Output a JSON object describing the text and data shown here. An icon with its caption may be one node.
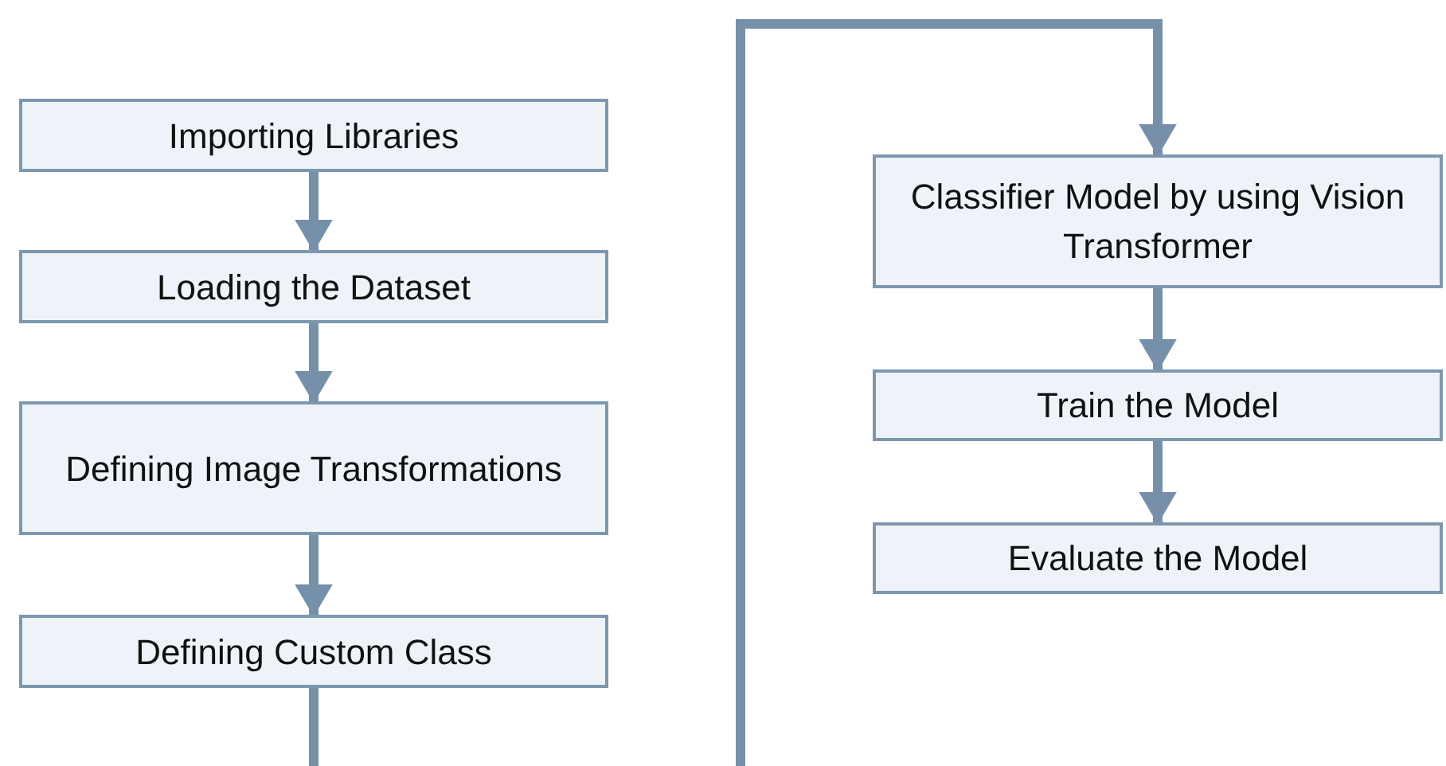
{
  "diagram": {
    "nodes": [
      {
        "text": [
          "Importing Libraries"
        ]
      },
      {
        "text": [
          "Loading the Dataset"
        ]
      },
      {
        "text": [
          "Defining Image Transformations"
        ]
      },
      {
        "text": [
          "Defining Custom Class"
        ]
      },
      {
        "text": [
          "Classifier Model by using Vision Transformer"
        ]
      },
      {
        "text": [
          "Train the Model"
        ]
      },
      {
        "text": [
          "Evaluate the Model"
        ]
      }
    ],
    "edges": [
      {
        "from": 0,
        "to": 1,
        "arrow": "to"
      },
      {
        "from": 1,
        "to": 2,
        "arrow": "to"
      },
      {
        "from": 2,
        "to": 3,
        "arrow": "to"
      },
      {
        "from": 3,
        "to": 4,
        "arrow": "to"
      },
      {
        "from": 4,
        "to": 5,
        "arrow": "to"
      },
      {
        "from": 5,
        "to": 6,
        "arrow": "to"
      }
    ]
  }
}
